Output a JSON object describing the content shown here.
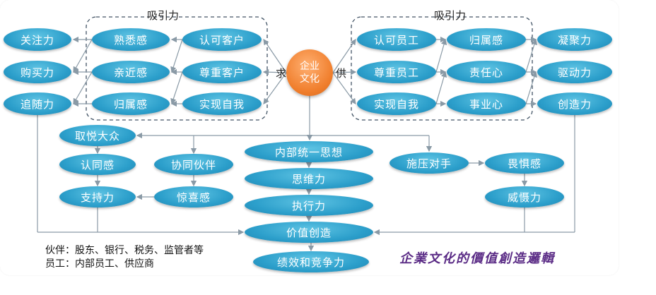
{
  "groups": {
    "left_label": "吸引力",
    "right_label": "吸引力"
  },
  "core": {
    "line1": "企业",
    "line2": "文化",
    "left_tag": "求",
    "right_tag": "供"
  },
  "left": {
    "outer": [
      "关注力",
      "购买力",
      "追随力"
    ],
    "mid": [
      "熟悉感",
      "亲近感",
      "归属感"
    ],
    "inner": [
      "认可客户",
      "尊重客户",
      "实现自我"
    ]
  },
  "right": {
    "inner": [
      "认可员工",
      "尊重员工",
      "实现自我"
    ],
    "mid": [
      "归属感",
      "责任心",
      "事业心"
    ],
    "outer": [
      "凝聚力",
      "驱动力",
      "创造力"
    ]
  },
  "lower_left": [
    "取悦大众",
    "认同感",
    "支持力",
    "协同伙伴",
    "惊喜感"
  ],
  "center_stack": [
    "内部统一思想",
    "思维力",
    "执行力",
    "价值创造",
    "绩效和竞争力"
  ],
  "lower_right": [
    "施压对手",
    "畏惧感",
    "威慑力"
  ],
  "footnote": {
    "line1": "伙伴：股东、银行、税务、监管者等",
    "line2": "员工：内部员工、供应商"
  },
  "caption": "企業文化的價值創造邏輯",
  "colors": {
    "node_blue": "#2c9fcb",
    "core_orange": "#f07e2c",
    "caption_purple": "#5b2c86",
    "connector_gray": "#8a9aa6"
  }
}
